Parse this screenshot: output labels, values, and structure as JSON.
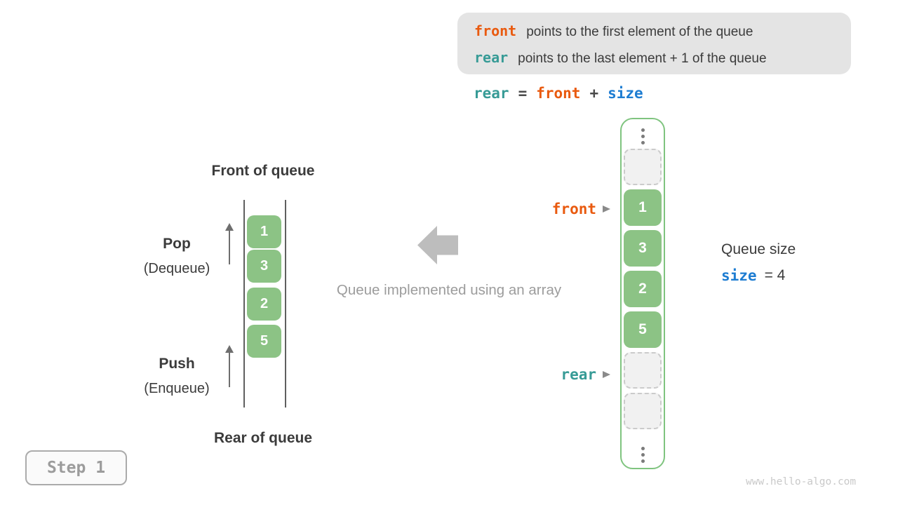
{
  "colors": {
    "front": "#E95A0F",
    "rear": "#379B96",
    "size": "#1E7DD2",
    "operator": "#4A4A4A",
    "green_fill": "#8CC385",
    "green_border": "#7FC47F",
    "dark_text": "#3B3B3B",
    "muted_text": "#9C9C9C",
    "arrow_gray": "#BDBDBD"
  },
  "info_box": {
    "lines": [
      {
        "keyword": "front",
        "keyword_color": "#E95A0F",
        "text": "points to the first element of the queue"
      },
      {
        "keyword": "rear",
        "keyword_color": "#379B96",
        "text": "points to the last element + 1 of the queue"
      }
    ]
  },
  "formula": {
    "tokens": [
      {
        "text": "rear",
        "color": "#379B96"
      },
      {
        "text": "=",
        "color": "#4A4A4A"
      },
      {
        "text": "front",
        "color": "#E95A0F"
      },
      {
        "text": "+",
        "color": "#4A4A4A"
      },
      {
        "text": "size",
        "color": "#1E7DD2"
      }
    ]
  },
  "left_queue": {
    "front_label": "Front of queue",
    "rear_label": "Rear of queue",
    "pop_title": "Pop",
    "pop_subtitle": "(Dequeue)",
    "push_title": "Push",
    "push_subtitle": "(Enqueue)",
    "elements": [
      "1",
      "3",
      "2",
      "5"
    ]
  },
  "center": {
    "caption": "Queue implemented using an array"
  },
  "array_view": {
    "cells": [
      {
        "type": "dots"
      },
      {
        "type": "empty"
      },
      {
        "type": "value",
        "value": "1"
      },
      {
        "type": "value",
        "value": "3"
      },
      {
        "type": "value",
        "value": "2"
      },
      {
        "type": "value",
        "value": "5"
      },
      {
        "type": "empty"
      },
      {
        "type": "empty"
      },
      {
        "type": "dots"
      }
    ],
    "front_pointer": {
      "label": "front",
      "color": "#E95A0F"
    },
    "rear_pointer": {
      "label": "rear",
      "color": "#379B96"
    }
  },
  "queue_size": {
    "title": "Queue size",
    "variable": "size",
    "variable_color": "#1E7DD2",
    "rest": "=  4"
  },
  "step_badge": "Step 1",
  "watermark": "www.hello-algo.com"
}
